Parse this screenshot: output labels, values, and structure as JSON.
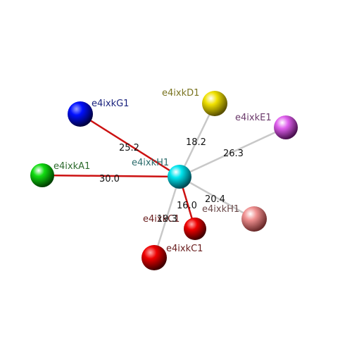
{
  "atoms": {
    "center": {
      "label": "e4ixkH1",
      "color": "#00e5ee",
      "label_color": "#2a6b6b"
    },
    "g1": {
      "label": "e4ixkG1",
      "color": "#0010ff",
      "label_color": "#1a237e"
    },
    "d1": {
      "label": "e4ixkD1",
      "color": "#f0e100",
      "label_color": "#7a7420"
    },
    "e1": {
      "label": "e4ixkE1",
      "color": "#e060ee",
      "label_color": "#6b3a6b"
    },
    "a1": {
      "label": "e4ixkA1",
      "color": "#11dd11",
      "label_color": "#2e6b2e"
    },
    "h1b": {
      "label": "e4ixkH1",
      "color": "#f09090",
      "label_color": "#6b4a4a"
    },
    "c1a": {
      "label": "e4ixkC1",
      "color": "#ee0000",
      "label_color": "#6b2020"
    },
    "c1b": {
      "label": "e4ixkC1",
      "color": "#ee0000",
      "label_color": "#6b2020"
    }
  },
  "bonds": {
    "g1": {
      "distance": "25.2",
      "color": "#cc1111"
    },
    "d1": {
      "distance": "18.2",
      "color": "#c8c8c8"
    },
    "e1": {
      "distance": "26.3",
      "color": "#c8c8c8"
    },
    "a1": {
      "distance": "30.0",
      "color": "#cc1111"
    },
    "h1b": {
      "distance": "20.4",
      "color": "#c8c8c8"
    },
    "c1a": {
      "distance": "16.0",
      "color": "#cc1111"
    },
    "c1b": {
      "distance": "19.3",
      "color": "#c8c8c8"
    }
  }
}
